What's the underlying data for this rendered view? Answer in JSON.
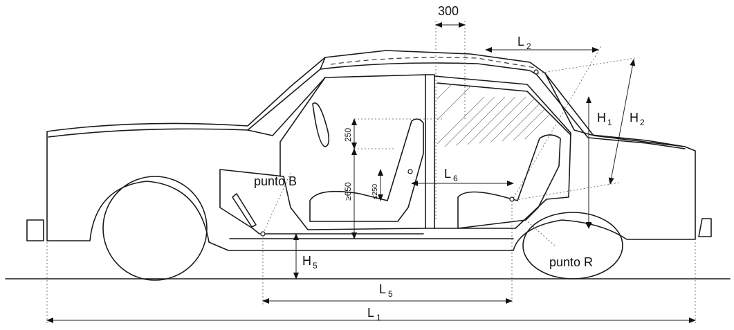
{
  "labels": {
    "dim_300": "300",
    "L1": "L",
    "L1_sub": "1",
    "L2": "L",
    "L2_sub": "2",
    "L5": "L",
    "L5_sub": "5",
    "L6": "L",
    "L6_sub": "6",
    "H1": "H",
    "H1_sub": "1",
    "H2": "H",
    "H2_sub": "2",
    "H5": "H",
    "H5_sub": "5",
    "dim_250_top": "250",
    "dim_650": "≥650",
    "dim_250_small": "≤250",
    "punto_b": "punto B",
    "punto_r": "punto R"
  }
}
